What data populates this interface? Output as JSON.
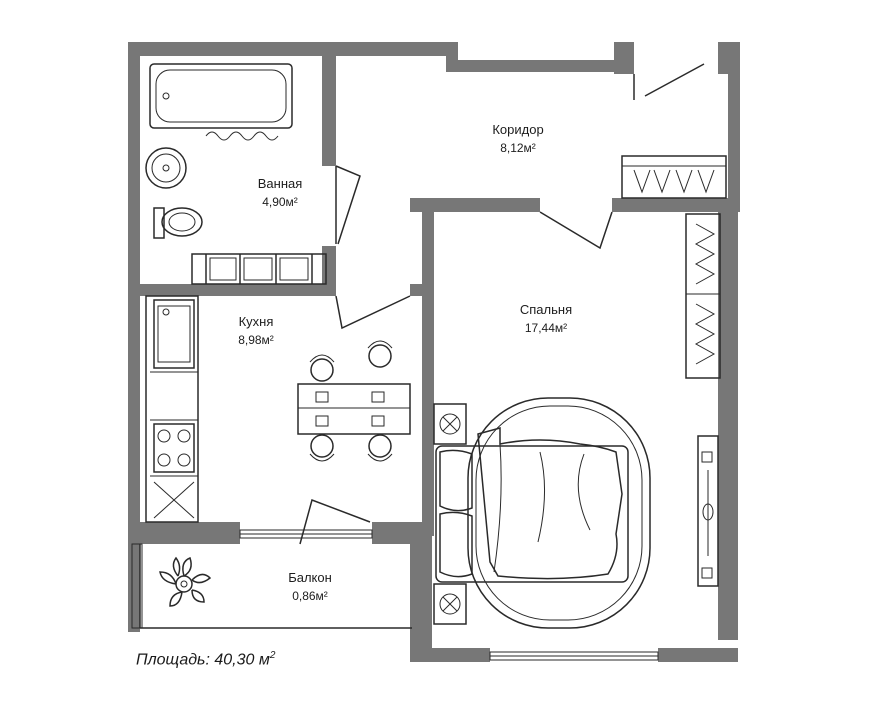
{
  "rooms": {
    "bathroom": {
      "name": "Ванная",
      "area": "4,90м²"
    },
    "corridor": {
      "name": "Коридор",
      "area": "8,12м²"
    },
    "bedroom": {
      "name": "Спальня",
      "area": "17,44м²"
    },
    "kitchen": {
      "name": "Кухня",
      "area": "8,98м²"
    },
    "balcony": {
      "name": "Балкон",
      "area": "0,86м²"
    }
  },
  "total": {
    "label": "Площадь: 40,30 м",
    "unit_power": "2"
  },
  "colors": {
    "wall": "#777777",
    "line": "#2a2a2a",
    "background": "#ffffff"
  }
}
